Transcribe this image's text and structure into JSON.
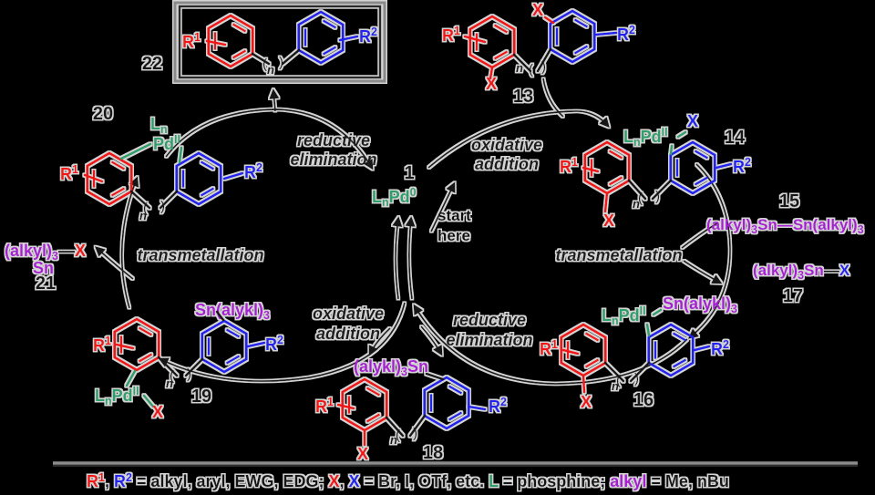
{
  "colors": {
    "red": "#f11212",
    "blue": "#2222ee",
    "green": "#2f9e6a",
    "purple": "#a81fd2",
    "ink": "#161616",
    "halo": "#d4d4d4",
    "background": "#000000",
    "divider_gray": "#8c8c8c"
  },
  "frag": {
    "R": "R",
    "sup1": "1",
    "sup2": "2",
    "X": "X",
    "n": "n",
    "popen": "(",
    "pclose": ")",
    "L": "L",
    "subn": "n",
    "Pd": "Pd",
    "supII": "II",
    "sup0": "0",
    "Sn": "Sn",
    "alkyl3": "(alkyl)",
    "alykl3": "(alykl)",
    "sub3": "3",
    "sn_alkyl": "Sn(alkyl)",
    "sn_alykl": "Sn(alykl)",
    "bond_dash": "—"
  },
  "nums": {
    "n1": "1",
    "n13": "13",
    "n14": "14",
    "n15": "15",
    "n16": "16",
    "n17": "17",
    "n18": "18",
    "n19": "19",
    "n20": "20",
    "n21": "21",
    "n22": "22"
  },
  "steps": {
    "reductive": "reductive",
    "elimination": "elimination",
    "oxidative": "oxidative",
    "addition": "addition",
    "transmetallation": "transmetallation",
    "start1": "start",
    "start2": "here"
  },
  "legend": {
    "r1": "R",
    "r1_sup": "1",
    "comma1": ", ",
    "r2": "R",
    "r2_sup": "2",
    "eq1": " = alkyl, aryl, EWG, EDG; ",
    "x_red": "X",
    "comma2": ", ",
    "x_blue": "X",
    "eq2": " = Br, I, OTf, etc. ",
    "L": "L",
    "eq3": " = phosphine; ",
    "alkyl": "alkyl",
    "eq4": " = Me, nBu"
  }
}
